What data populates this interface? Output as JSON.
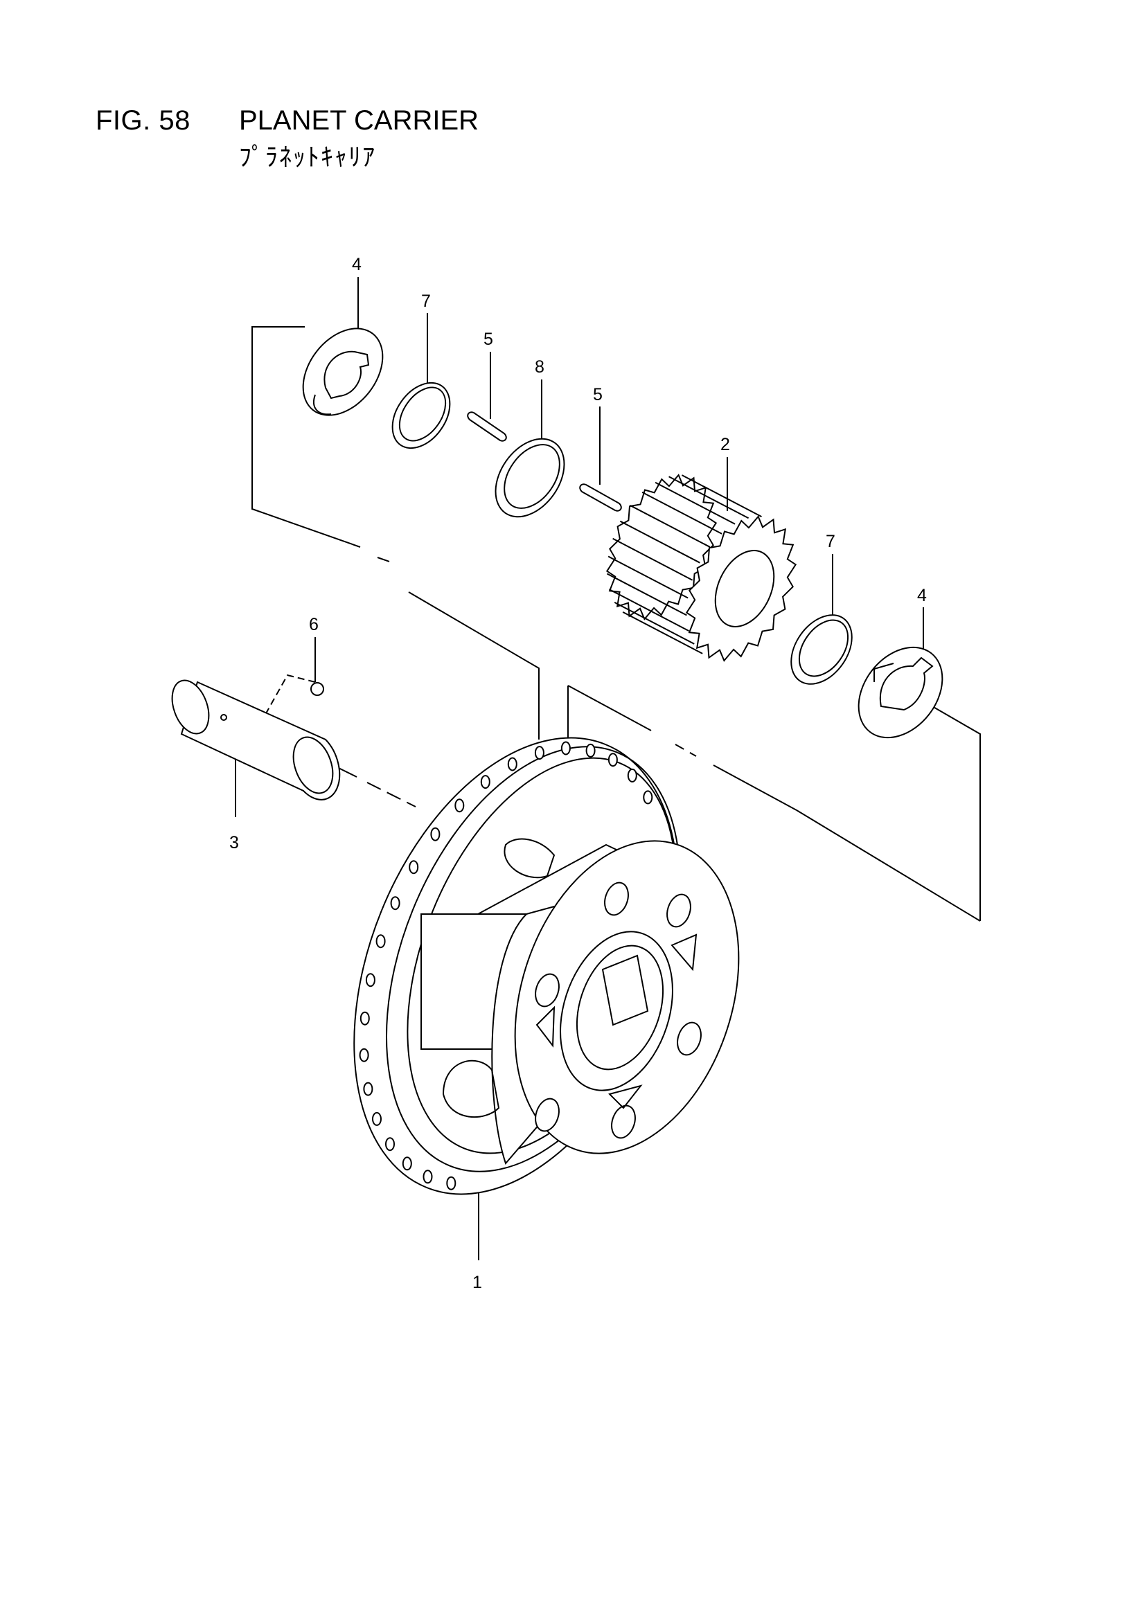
{
  "header": {
    "figure_number": "FIG. 58",
    "title": "PLANET CARRIER",
    "subtitle": "ﾌﾟﾗﾈｯﾄｷｬﾘｱ"
  },
  "callouts": [
    {
      "id": "c4a",
      "label": "4"
    },
    {
      "id": "c7a",
      "label": "7"
    },
    {
      "id": "c5a",
      "label": "5"
    },
    {
      "id": "c8",
      "label": "8"
    },
    {
      "id": "c5b",
      "label": "5"
    },
    {
      "id": "c2",
      "label": "2"
    },
    {
      "id": "c7b",
      "label": "7"
    },
    {
      "id": "c4b",
      "label": "4"
    },
    {
      "id": "c6",
      "label": "6"
    },
    {
      "id": "c3",
      "label": "3"
    },
    {
      "id": "c1",
      "label": "1"
    }
  ],
  "parts": [
    {
      "name": "carrier",
      "icon": "planet-carrier-housing"
    },
    {
      "name": "gear",
      "icon": "planet-gear"
    },
    {
      "name": "shaft",
      "icon": "planet-shaft"
    },
    {
      "name": "thrust-washer",
      "icon": "thrust-washer"
    },
    {
      "name": "pin",
      "icon": "roller-pin"
    },
    {
      "name": "ball",
      "icon": "steel-ball"
    },
    {
      "name": "ring",
      "icon": "spacer-ring"
    }
  ]
}
